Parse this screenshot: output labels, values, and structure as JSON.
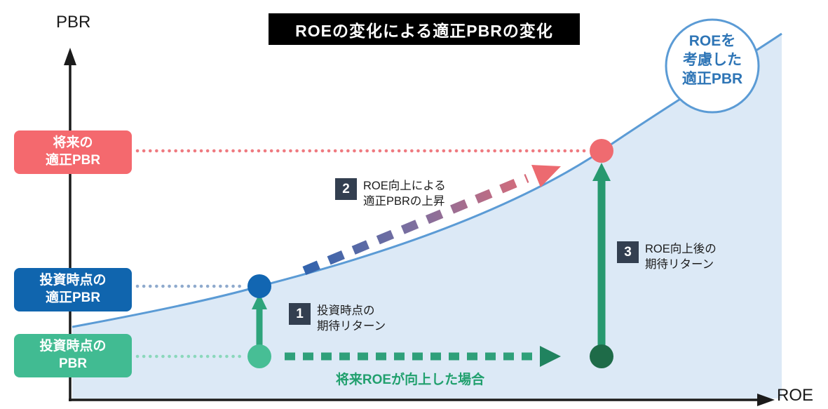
{
  "title": {
    "text": "ROEの変化による適正PBRの変化"
  },
  "axes": {
    "y_label": "PBR",
    "x_label": "ROE"
  },
  "side_labels": {
    "future_fair_pbr": {
      "line1": "将来の",
      "line2": "適正PBR"
    },
    "invest_fair_pbr": {
      "line1": "投資時点の",
      "line2": "適正PBR"
    },
    "invest_pbr": {
      "line1": "投資時点の",
      "line2": "PBR"
    }
  },
  "curve_label": {
    "line1": "ROEを",
    "line2": "考慮した",
    "line3": "適正PBR"
  },
  "steps": [
    {
      "num": "1",
      "line1": "投資時点の",
      "line2": "期待リターン"
    },
    {
      "num": "2",
      "line1": "ROE向上による",
      "line2": "適正PBRの上昇"
    },
    {
      "num": "3",
      "line1": "ROE向上後の",
      "line2": "期待リターン"
    }
  ],
  "bottom_note": "将来ROEが向上した場合",
  "colors": {
    "title_bg": "#000000",
    "curve": "#5B9BD5",
    "area_fill": "#DCE9F6",
    "red_box": "#F4696E",
    "blue_box": "#1065AE",
    "green_box": "#41BB92",
    "dark_green_dot": "#1E6B48",
    "light_green_dot": "#47BE95",
    "blue_dot": "#1266B2",
    "red_dot": "#EF6B70",
    "badge_bg": "#333F50",
    "note_green": "#21A06E",
    "circle_text_blue": "#2E75B6"
  }
}
